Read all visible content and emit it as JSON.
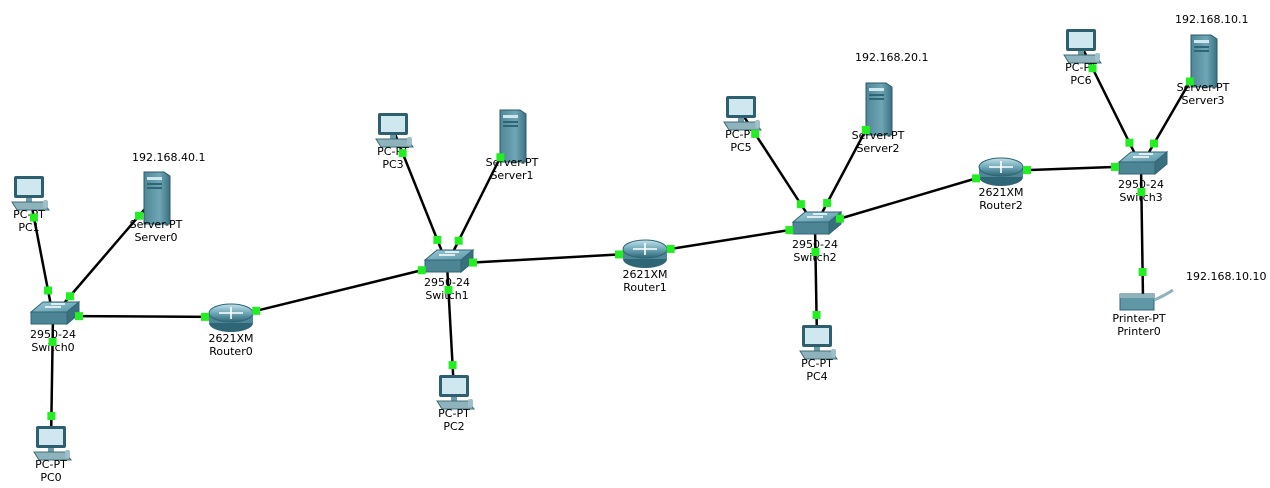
{
  "colors": {
    "link": "#000000",
    "port_led": "#22ee22",
    "device_teal": "#5f97a6",
    "device_dark": "#2f6676",
    "pc_screen": "#cfe7ef"
  },
  "devices": [
    {
      "id": "pc1",
      "icon": "pc-icon",
      "model": "PC-PT",
      "name": "PC1"
    },
    {
      "id": "server0",
      "icon": "server-icon",
      "model": "Server-PT",
      "name": "Server0"
    },
    {
      "id": "switch0",
      "icon": "switch-icon",
      "model": "2950-24",
      "name": "Switch0"
    },
    {
      "id": "pc0",
      "icon": "pc-icon",
      "model": "PC-PT",
      "name": "PC0"
    },
    {
      "id": "router0",
      "icon": "router-icon",
      "model": "2621XM",
      "name": "Router0"
    },
    {
      "id": "pc3",
      "icon": "pc-icon",
      "model": "PC-PT",
      "name": "PC3"
    },
    {
      "id": "server1",
      "icon": "server-icon",
      "model": "Server-PT",
      "name": "Server1"
    },
    {
      "id": "switch1",
      "icon": "switch-icon",
      "model": "2950-24",
      "name": "Switch1"
    },
    {
      "id": "pc2",
      "icon": "pc-icon",
      "model": "PC-PT",
      "name": "PC2"
    },
    {
      "id": "router1",
      "icon": "router-icon",
      "model": "2621XM",
      "name": "Router1"
    },
    {
      "id": "pc5",
      "icon": "pc-icon",
      "model": "PC-PT",
      "name": "PC5"
    },
    {
      "id": "server2",
      "icon": "server-icon",
      "model": "Server-PT",
      "name": "Server2"
    },
    {
      "id": "switch2",
      "icon": "switch-icon",
      "model": "2950-24",
      "name": "Switch2"
    },
    {
      "id": "pc4",
      "icon": "pc-icon",
      "model": "PC-PT",
      "name": "PC4"
    },
    {
      "id": "router2",
      "icon": "router-icon",
      "model": "2621XM",
      "name": "Router2"
    },
    {
      "id": "pc6",
      "icon": "pc-icon",
      "model": "PC-PT",
      "name": "PC6"
    },
    {
      "id": "server3",
      "icon": "server-icon",
      "model": "Server-PT",
      "name": "Server3"
    },
    {
      "id": "switch3",
      "icon": "switch-icon",
      "model": "2950-24",
      "name": "Switch3"
    },
    {
      "id": "printer0",
      "icon": "printer-icon",
      "model": "Printer-PT",
      "name": "Printer0"
    }
  ],
  "ip_labels": [
    {
      "device": "server0",
      "text": "192.168.40.1"
    },
    {
      "device": "server2",
      "text": "192.168.20.1"
    },
    {
      "device": "server3",
      "text": "192.168.10.1"
    },
    {
      "device": "printer0",
      "text": "192.168.10.10"
    }
  ],
  "links": [
    {
      "from": "pc1",
      "to": "switch0"
    },
    {
      "from": "server0",
      "to": "switch0"
    },
    {
      "from": "switch0",
      "to": "pc0"
    },
    {
      "from": "switch0",
      "to": "router0"
    },
    {
      "from": "router0",
      "to": "switch1"
    },
    {
      "from": "pc3",
      "to": "switch1"
    },
    {
      "from": "server1",
      "to": "switch1"
    },
    {
      "from": "switch1",
      "to": "pc2"
    },
    {
      "from": "switch1",
      "to": "router1"
    },
    {
      "from": "router1",
      "to": "switch2"
    },
    {
      "from": "pc5",
      "to": "switch2"
    },
    {
      "from": "server2",
      "to": "switch2"
    },
    {
      "from": "switch2",
      "to": "pc4"
    },
    {
      "from": "switch2",
      "to": "router2"
    },
    {
      "from": "router2",
      "to": "switch3"
    },
    {
      "from": "pc6",
      "to": "switch3"
    },
    {
      "from": "server3",
      "to": "switch3"
    },
    {
      "from": "switch3",
      "to": "printer0"
    }
  ]
}
